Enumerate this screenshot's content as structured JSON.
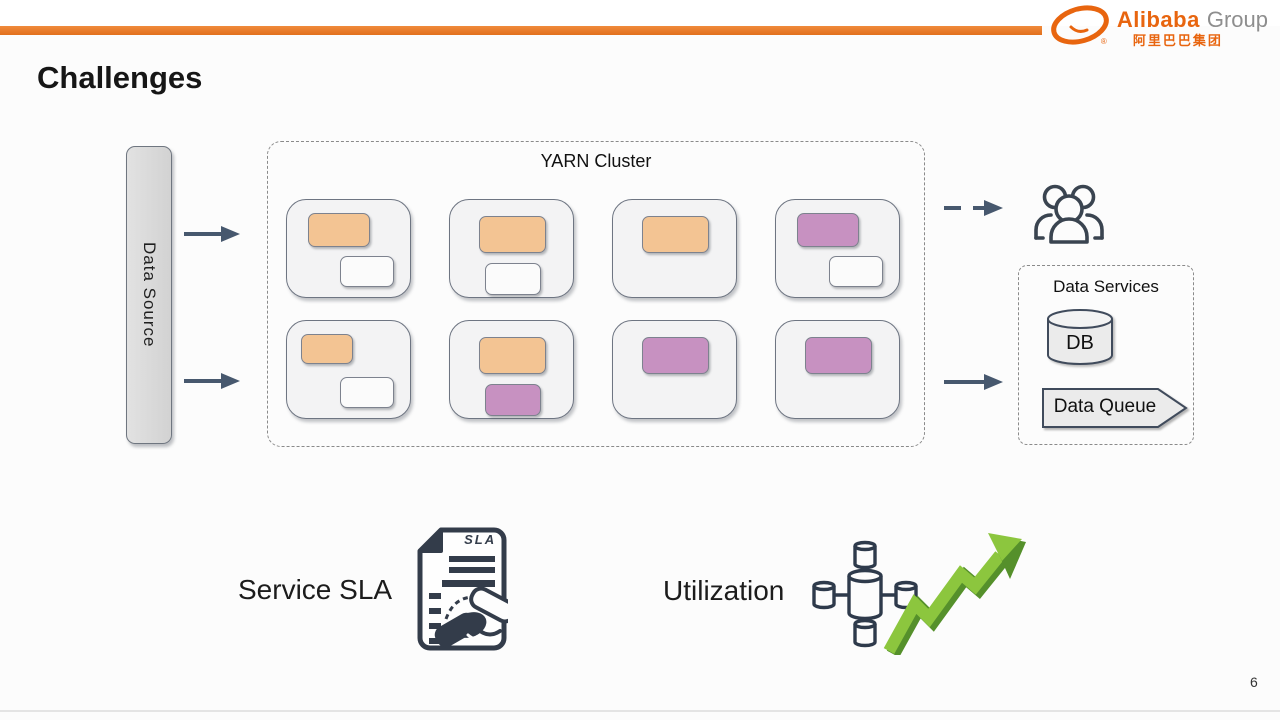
{
  "header": {
    "logo": {
      "brand": "Alibaba",
      "suffix": "Group",
      "chinese": "阿里巴巴集团",
      "registered": "®"
    },
    "accent_color": "#E87D2D",
    "brand_color": "#E8650F"
  },
  "title": "Challenges",
  "diagram": {
    "data_source": {
      "label": "Data Source"
    },
    "arrow_color": "#47586E",
    "yarn_cluster": {
      "label": "YARN Cluster",
      "container_colors": {
        "orange": "#F3C493",
        "purple": "#C791C1",
        "empty": "#FBFBFB"
      },
      "nodes": [
        {
          "containers": [
            {
              "color": "orange",
              "pos": "tl"
            },
            {
              "color": "empty",
              "pos": "br"
            }
          ]
        },
        {
          "containers": [
            {
              "color": "orange",
              "pos": "tc"
            },
            {
              "color": "empty",
              "pos": "bc"
            }
          ]
        },
        {
          "containers": [
            {
              "color": "orange",
              "pos": "tc"
            }
          ]
        },
        {
          "containers": [
            {
              "color": "purple",
              "pos": "tl"
            },
            {
              "color": "empty",
              "pos": "br"
            }
          ]
        },
        {
          "containers": [
            {
              "color": "orange",
              "pos": "tl-sm"
            },
            {
              "color": "empty",
              "pos": "br"
            }
          ]
        },
        {
          "containers": [
            {
              "color": "orange",
              "pos": "tc"
            },
            {
              "color": "purple",
              "pos": "bc"
            }
          ]
        },
        {
          "containers": [
            {
              "color": "purple",
              "pos": "tc"
            }
          ]
        },
        {
          "containers": [
            {
              "color": "purple",
              "pos": "tc"
            }
          ]
        }
      ]
    },
    "data_services": {
      "label": "Data Services",
      "db_label": "DB",
      "queue_label": "Data Queue"
    }
  },
  "legend": {
    "service_sla": {
      "label": "Service SLA",
      "icon_text": "SLA"
    },
    "utilization": {
      "label": "Utilization",
      "growth_color": "#7FBF3A"
    }
  },
  "footer": {
    "page_number": "6"
  }
}
